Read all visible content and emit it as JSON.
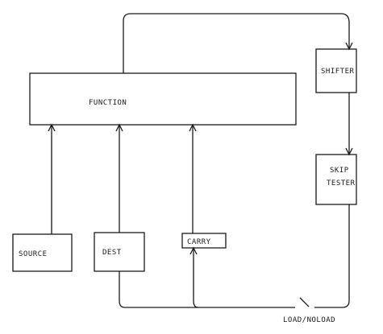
{
  "diagram": {
    "blocks": {
      "function": "FUNCTION",
      "shifter": "SHIFTER",
      "skip_tester_line1": "SKIP",
      "skip_tester_line2": "TESTER",
      "source": "SOURCE",
      "dest": "DEST",
      "carry": "CARRY"
    },
    "annotations": {
      "load_noload": "LOAD/NOLOAD"
    }
  }
}
